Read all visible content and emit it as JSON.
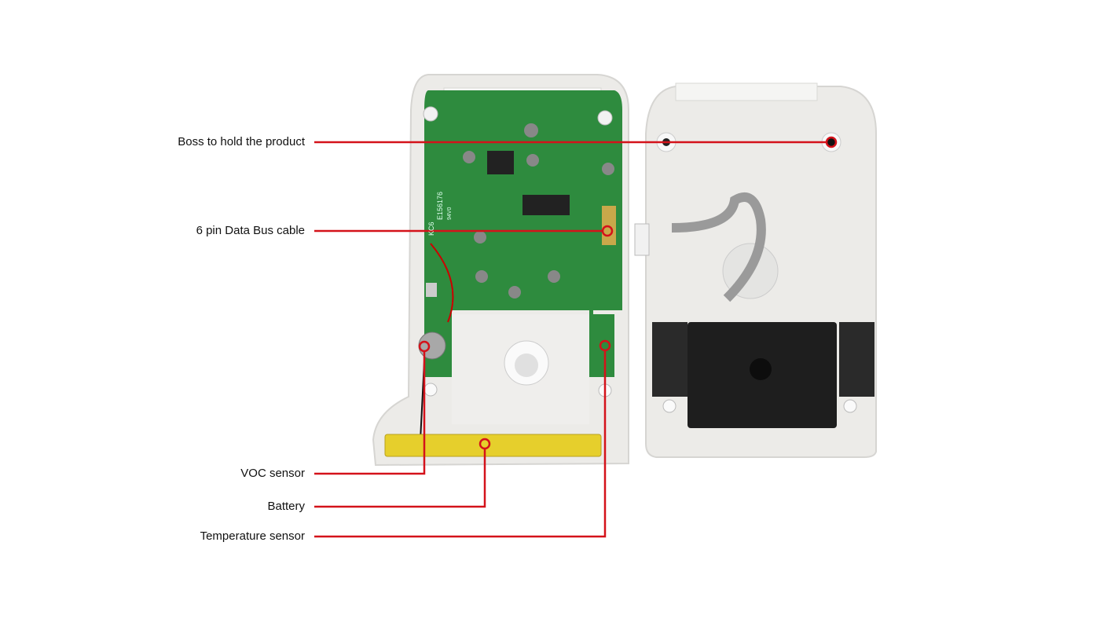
{
  "annotations": [
    {
      "id": "boss",
      "text": "Boss to hold the product"
    },
    {
      "id": "data-bus",
      "text": "6 pin Data Bus cable"
    },
    {
      "id": "voc",
      "text": "VOC sensor"
    },
    {
      "id": "battery",
      "text": "Battery"
    },
    {
      "id": "temperature",
      "text": "Temperature sensor"
    }
  ],
  "board_markings": {
    "model": "KC6",
    "code": "E156176",
    "rating": "94V0"
  },
  "colors": {
    "leader": "#d4121a",
    "pcb": "#2e8b3e",
    "housing": "#ecebe8",
    "battery": "#e6cf2c",
    "sensor_block": "#1e1e1e"
  }
}
